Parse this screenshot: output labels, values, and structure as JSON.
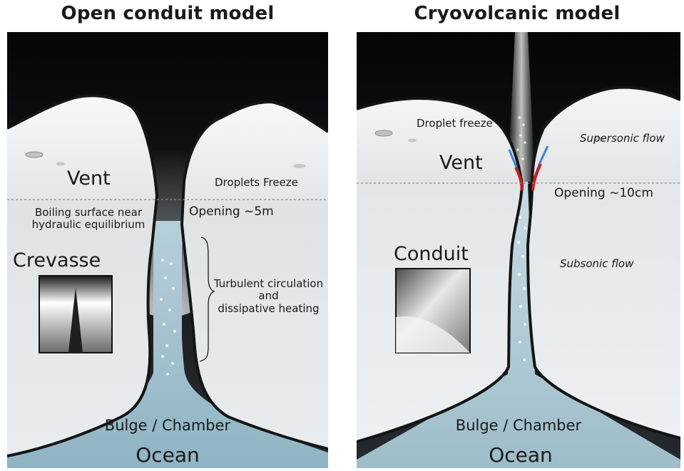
{
  "panels": {
    "left": {
      "title": "Open conduit model",
      "labels": {
        "vent": "Vent",
        "droplets_freeze": "Droplets Freeze",
        "boiling_line1": "Boiling surface near",
        "boiling_line2": "hydraulic equilibrium",
        "opening": "Opening ~5m",
        "crevasse": "Crevasse",
        "turbulent_line1": "Turbulent circulation",
        "turbulent_line2": "and",
        "turbulent_line3": "dissipative heating",
        "bulge": "Bulge / Chamber",
        "ocean": "Ocean"
      }
    },
    "right": {
      "title": "Cryovolcanic model",
      "labels": {
        "droplet_freeze": "Droplet freeze",
        "supersonic": "Supersonic flow",
        "vent": "Vent",
        "opening": "Opening ~10cm",
        "conduit": "Conduit",
        "subsonic": "Subsonic flow",
        "bulge": "Bulge / Chamber",
        "ocean": "Ocean"
      }
    }
  },
  "colors": {
    "sky": "#0b0b0d",
    "ice_surface": "#eef0f2",
    "ice_body": "#d7d9db",
    "water": "#a7c6d2",
    "rock_edge": "#141414",
    "hot_edge": "#c81e1e",
    "cool_edge": "#3f7fd6"
  }
}
